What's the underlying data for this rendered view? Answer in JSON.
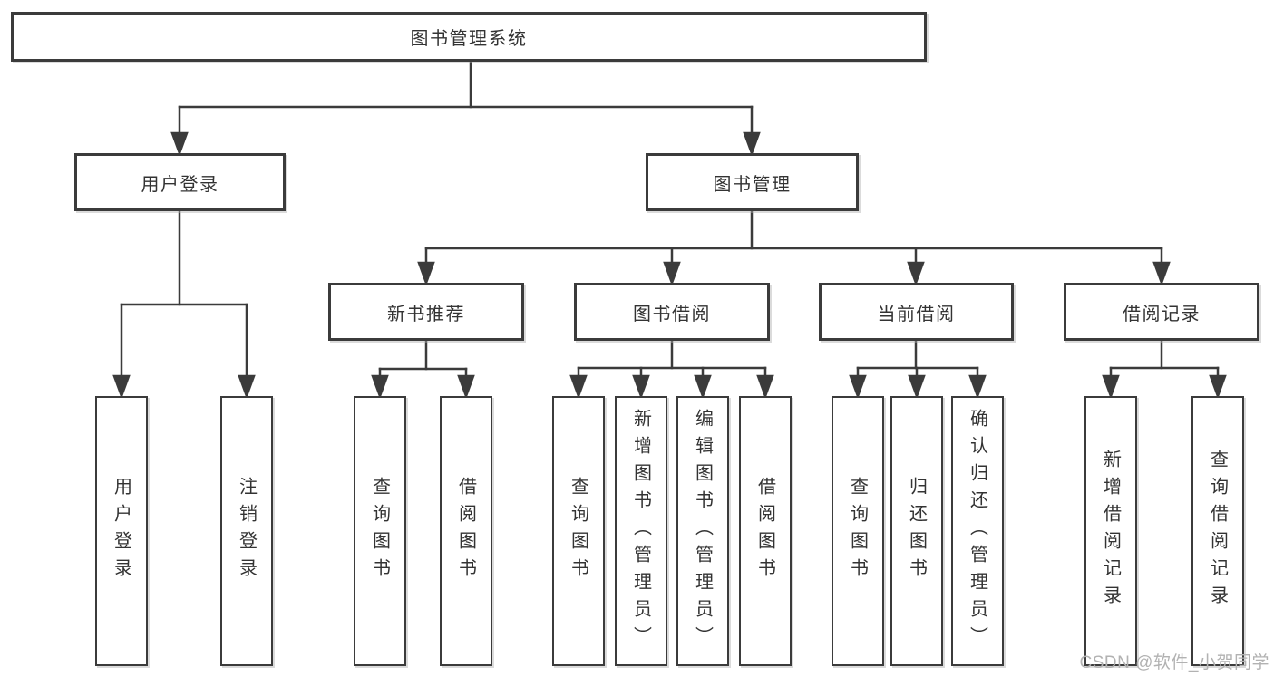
{
  "diagram": {
    "title": "图书管理系统",
    "nodes": [
      {
        "id": "root",
        "label": "图书管理系统",
        "parent": null
      },
      {
        "id": "user-login",
        "label": "用户登录",
        "parent": "root"
      },
      {
        "id": "book-management",
        "label": "图书管理",
        "parent": "root"
      },
      {
        "id": "new-book-recommend",
        "label": "新书推荐",
        "parent": "book-management"
      },
      {
        "id": "book-borrowing",
        "label": "图书借阅",
        "parent": "book-management"
      },
      {
        "id": "current-borrowing",
        "label": "当前借阅",
        "parent": "book-management"
      },
      {
        "id": "borrowing-records",
        "label": "借阅记录",
        "parent": "book-management"
      },
      {
        "id": "leaf-user-login",
        "label": "用户登录",
        "parent": "user-login"
      },
      {
        "id": "leaf-logout",
        "label": "注销登录",
        "parent": "user-login"
      },
      {
        "id": "leaf-query-books-1",
        "label": "查询图书",
        "parent": "new-book-recommend"
      },
      {
        "id": "leaf-borrow-books-1",
        "label": "借阅图书",
        "parent": "new-book-recommend"
      },
      {
        "id": "leaf-query-books-2",
        "label": "查询图书",
        "parent": "book-borrowing"
      },
      {
        "id": "leaf-add-books-admin",
        "label": "新增图书（管理员）",
        "parent": "book-borrowing"
      },
      {
        "id": "leaf-edit-books-admin",
        "label": "编辑图书（管理员）",
        "parent": "book-borrowing"
      },
      {
        "id": "leaf-borrow-books-2",
        "label": "借阅图书",
        "parent": "book-borrowing"
      },
      {
        "id": "leaf-query-books-3",
        "label": "查询图书",
        "parent": "current-borrowing"
      },
      {
        "id": "leaf-return-books",
        "label": "归还图书",
        "parent": "current-borrowing"
      },
      {
        "id": "leaf-confirm-return-admin",
        "label": "确认归还（管理员）",
        "parent": "current-borrowing"
      },
      {
        "id": "leaf-add-borrow-record",
        "label": "新增借阅记录",
        "parent": "borrowing-records"
      },
      {
        "id": "leaf-query-borrow-record",
        "label": "查询借阅记录",
        "parent": "borrowing-records"
      }
    ]
  },
  "watermark": {
    "text": "CSDN @软件_小贺同学"
  },
  "colors": {
    "line": "#3b3b3b",
    "text": "#333333",
    "background": "#ffffff",
    "box_fill": "#ffffff",
    "watermark": "#b2b2b2"
  }
}
